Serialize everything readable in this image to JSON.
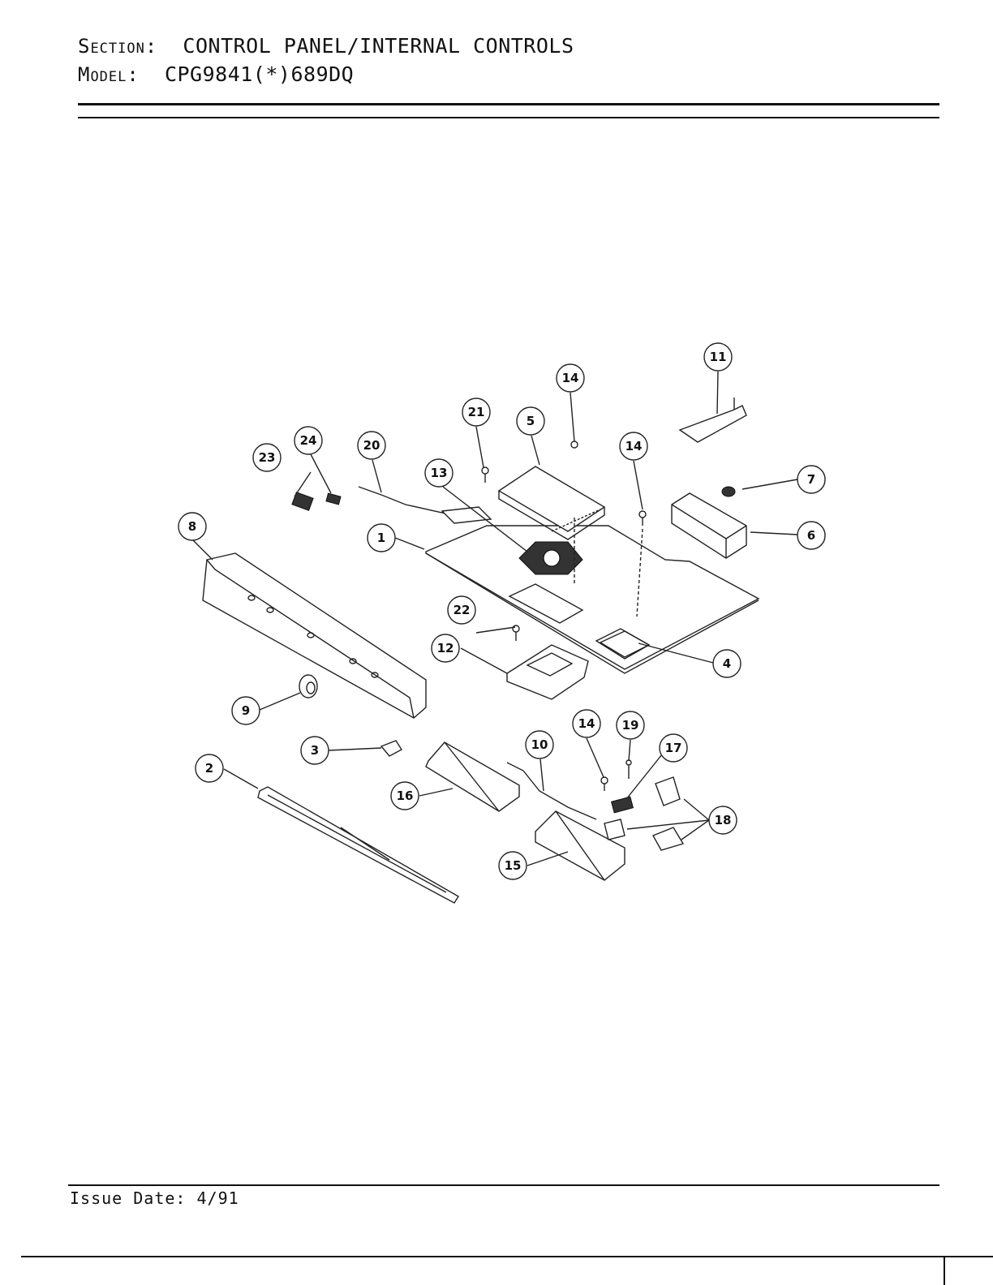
{
  "header": {
    "section_key": "Section:",
    "section_value": "CONTROL PANEL/INTERNAL CONTROLS",
    "model_key": "Model:",
    "model_value": "CPG9841(*)689DQ"
  },
  "footer": {
    "issue_date": "Issue Date: 4/91"
  },
  "callouts": {
    "c1": "1",
    "c2": "2",
    "c3": "3",
    "c4": "4",
    "c5": "5",
    "c6": "6",
    "c7": "7",
    "c8": "8",
    "c9": "9",
    "c10": "10",
    "c11": "11",
    "c12": "12",
    "c13": "13",
    "c14a": "14",
    "c14b": "14",
    "c14c": "14",
    "c15": "15",
    "c16": "16",
    "c17": "17",
    "c18": "18",
    "c19": "19",
    "c20": "20",
    "c21": "21",
    "c22": "22",
    "c23": "23",
    "c24": "24"
  }
}
